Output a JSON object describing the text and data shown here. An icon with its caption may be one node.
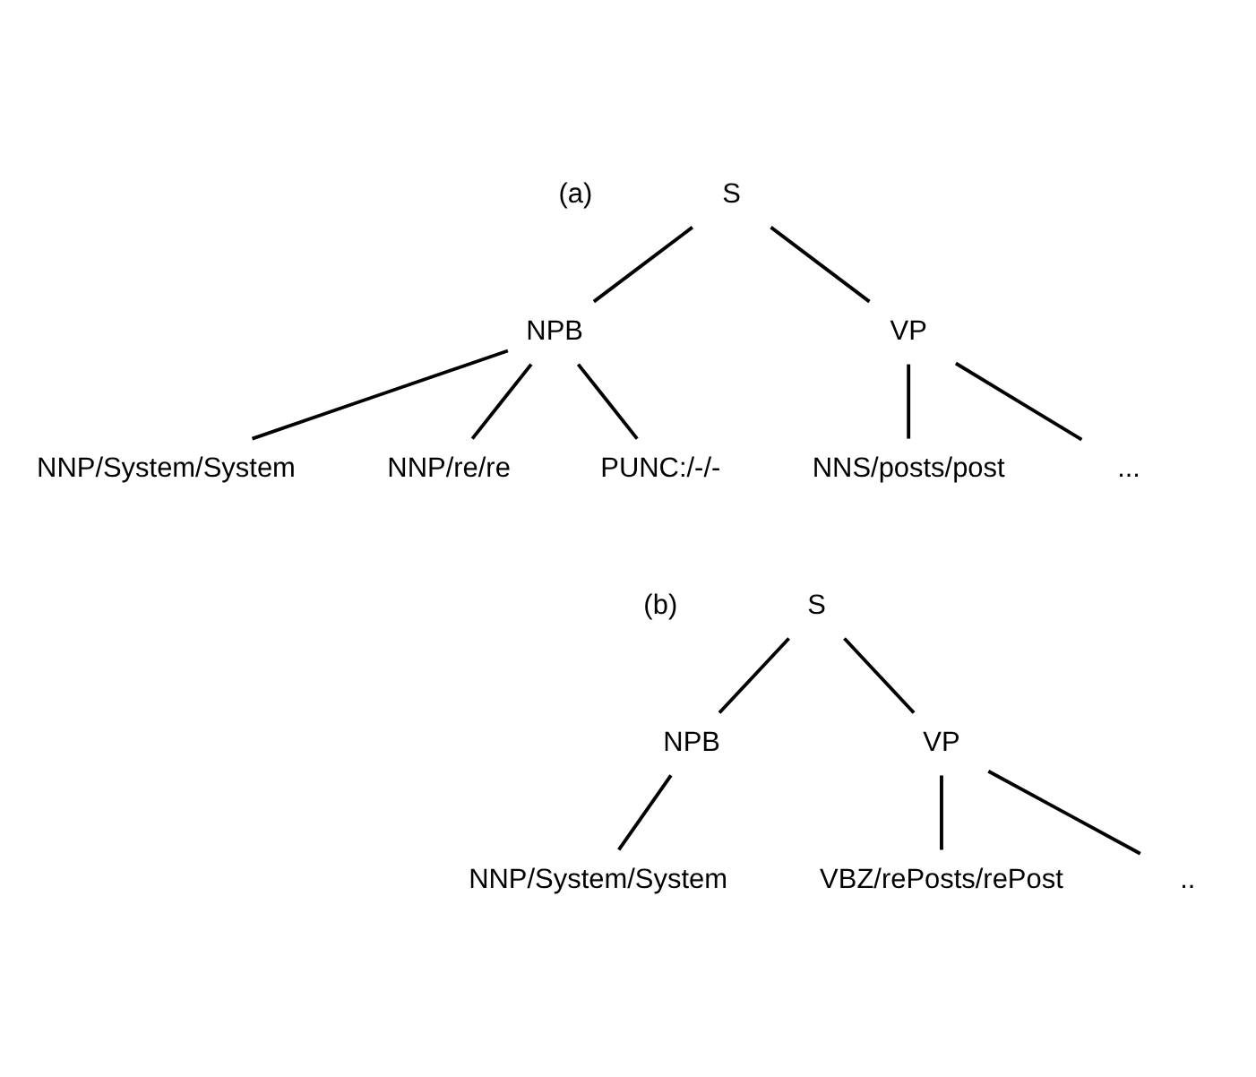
{
  "diagram": {
    "nodes": [
      {
        "text": [
          "S"
        ]
      },
      {
        "text": [
          "NPB"
        ]
      },
      {
        "text": [
          "VP"
        ]
      },
      {
        "text": [
          "NNP/System/System"
        ]
      },
      {
        "text": [
          "NNP/re/re"
        ]
      },
      {
        "text": [
          "PUNC:/-/-"
        ]
      },
      {
        "text": [
          "NNS/posts/post"
        ]
      },
      {
        "text": [
          "..."
        ]
      },
      {
        "text": [
          "S"
        ]
      },
      {
        "text": [
          "NPB"
        ]
      },
      {
        "text": [
          "VP"
        ]
      },
      {
        "text": [
          "NNP/System/System"
        ]
      },
      {
        "text": [
          "VBZ/rePosts/rePost"
        ]
      },
      {
        "text": [
          ".."
        ]
      }
    ],
    "edges": [
      {
        "from": 0,
        "to": 1,
        "arrow": "none"
      },
      {
        "from": 0,
        "to": 2,
        "arrow": "none"
      },
      {
        "from": 1,
        "to": 3,
        "arrow": "none"
      },
      {
        "from": 1,
        "to": 4,
        "arrow": "none"
      },
      {
        "from": 1,
        "to": 5,
        "arrow": "none"
      },
      {
        "from": 2,
        "to": 6,
        "arrow": "none"
      },
      {
        "from": 2,
        "to": 7,
        "arrow": "none"
      },
      {
        "from": 8,
        "to": 9,
        "arrow": "none"
      },
      {
        "from": 8,
        "to": 10,
        "arrow": "none"
      },
      {
        "from": 9,
        "to": 11,
        "arrow": "none"
      },
      {
        "from": 10,
        "to": 12,
        "arrow": "none"
      },
      {
        "from": 10,
        "to": 13,
        "arrow": "none"
      }
    ],
    "labels": [
      "(a)",
      "(b)"
    ]
  }
}
